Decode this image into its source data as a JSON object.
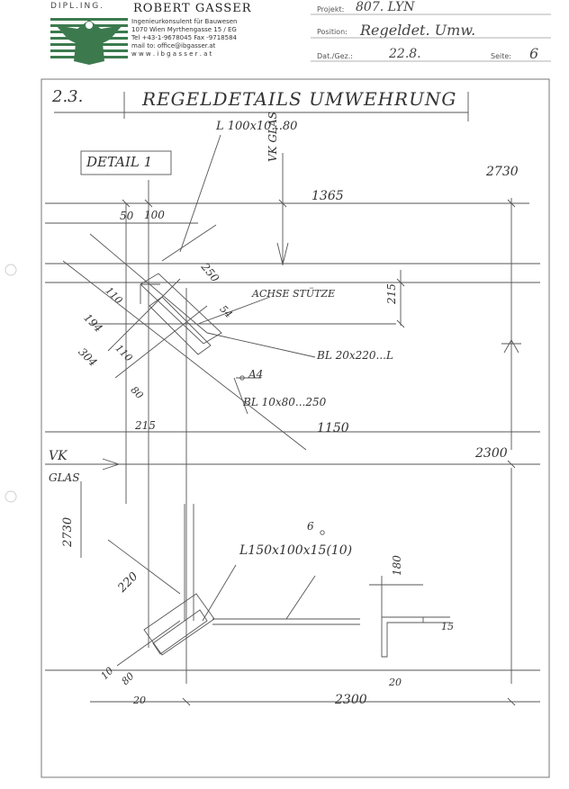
{
  "letterhead": {
    "prefix": "DIPL.ING.",
    "name": "ROBERT GASSER",
    "line1": "Ingenieurkonsulent für Bauwesen",
    "line2": "1070 Wien Myrthengasse 15 / EG",
    "line3": "Tel +43-1-9678045 Fax -9718584",
    "line4": "mail to: office@ibgasser.at",
    "line5": "w w w . i b g a s s e r . a t",
    "logo_icon": "eagle-logo-icon",
    "brand_color": "#3c7a4e"
  },
  "header": {
    "projekt_label": "Projekt:",
    "projekt_value": "807. LYN",
    "position_label": "Position:",
    "position_value": "Regeldet. Umw.",
    "datum_label": "Dat./Gez.:",
    "datum_value": "22.8.",
    "seite_label": "Seite:",
    "seite_value": "6"
  },
  "sheet": {
    "section_number": "2.3.",
    "section_title": "REGELDETAILS UMWEHRUNG",
    "detail_label": "DETAIL 1"
  },
  "annotations": {
    "angle_profile_top": "L 100x10...80",
    "column_axis": "ACHSE STÜTZE",
    "plate_1": "BL 20x220...L",
    "plate_2": "BL 10x80...250",
    "weld_a4": "A4",
    "angle_profile_bottom": "L150x100x15(10)",
    "weld_size": "6",
    "glass_edge_top": "VK GLAS",
    "glass_edge_left_1": "VK",
    "glass_edge_left_2": "GLAS"
  },
  "dimensions": {
    "d_2730_top": "2730",
    "d_1365": "1365",
    "d_50": "50",
    "d_100": "100",
    "d_250": "250",
    "d_215_right": "215",
    "d_54": "54",
    "d_110": "110",
    "d_194": "194",
    "d_304": "304",
    "d_110b": "110",
    "d_80": "80",
    "d_215_left": "215",
    "d_1150": "1150",
    "d_2300_right": "2300",
    "d_2730_left": "2730",
    "d_220": "220",
    "d_180": "180",
    "d_15": "15",
    "d_10": "10",
    "d_80b": "80",
    "d_20a": "20",
    "d_20b": "20",
    "d_2300_bottom": "2300"
  }
}
